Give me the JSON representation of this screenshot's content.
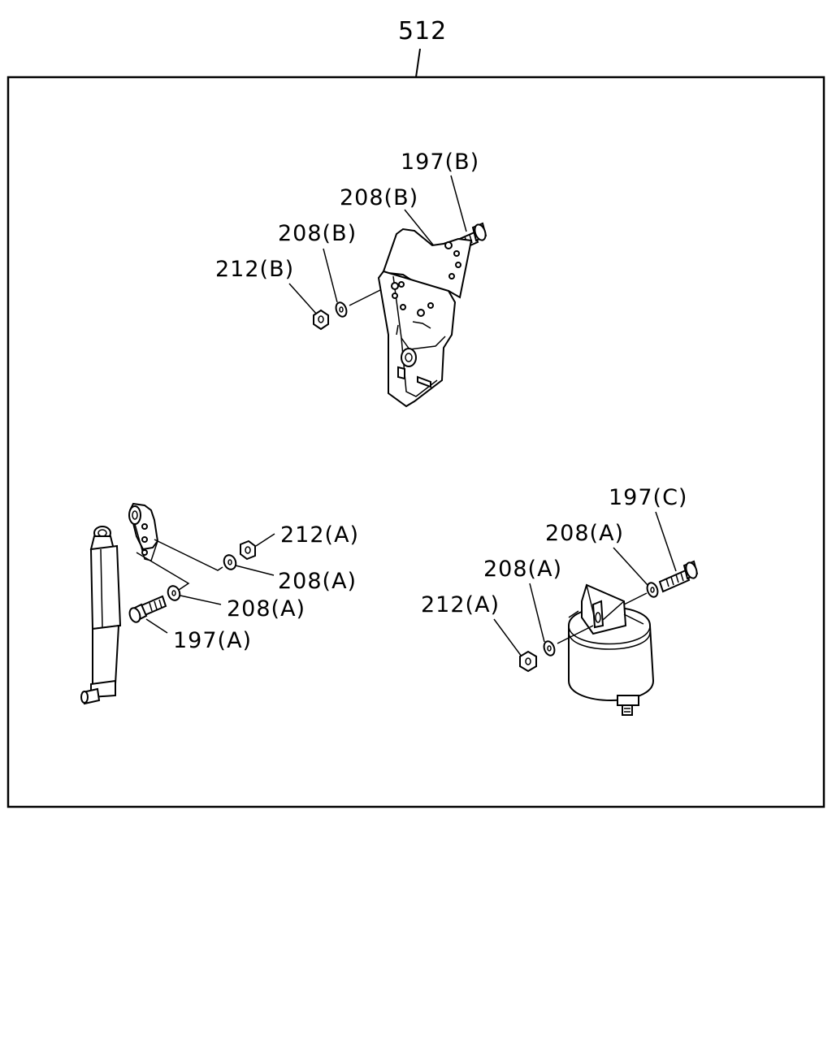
{
  "assembly_number": "512",
  "callouts": {
    "bolt_b": "197(B)",
    "washer_b_outer": "208(B)",
    "washer_b_inner": "208(B)",
    "nut_b": "212(B)",
    "nut_a_left": "212(A)",
    "washer_a_left_upper": "208(A)",
    "washer_a_left_lower": "208(A)",
    "bolt_a": "197(A)",
    "bolt_c": "197(C)",
    "washer_a_right_outer": "208(A)",
    "washer_a_right_inner": "208(A)",
    "nut_a_right": "212(A)"
  }
}
